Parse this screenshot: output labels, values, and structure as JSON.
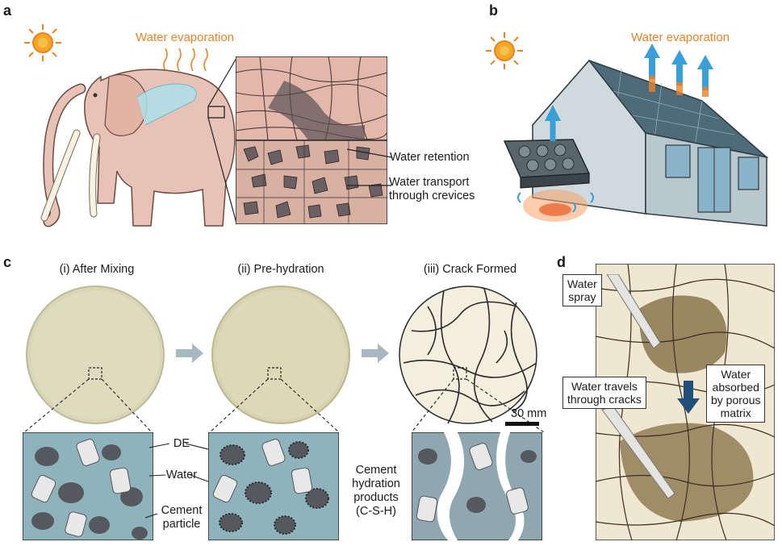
{
  "panels": {
    "a": {
      "label": "a",
      "evaporation": "Water evaporation",
      "retention": "Water retention",
      "transport_line1": "Water transport",
      "transport_line2": "through crevices"
    },
    "b": {
      "label": "b",
      "evaporation": "Water evaporation"
    },
    "c": {
      "label": "c",
      "stage1": "(i) After Mixing",
      "stage2": "(ii) Pre-hydration",
      "stage3": "(iii) Crack Formed",
      "scale": "30 mm",
      "de": "DE",
      "water": "Water",
      "cement_line1": "Cement",
      "cement_line2": "particle",
      "products_line1": "Cement",
      "products_line2": "hydration",
      "products_line3": "products",
      "products_line4": "(C-S-H)"
    },
    "d": {
      "label": "d",
      "spray_line1": "Water",
      "spray_line2": "spray",
      "travels_line1": "Water travels",
      "travels_line2": "through cracks",
      "absorbed_line1": "Water",
      "absorbed_line2": "absorbed",
      "absorbed_line3": "by porous",
      "absorbed_line4": "matrix"
    }
  },
  "colors": {
    "elephant": "#e8c2b6",
    "sun": "#f5a623",
    "water_blue": "#3a9fd6",
    "evap_orange": "#e8832a",
    "slurry": "#d9d6b8",
    "zoom_bg": "#8fb3bd",
    "particle": "#55595d",
    "cracked": "#efe7d2",
    "wet_stain": "#9a8660"
  }
}
